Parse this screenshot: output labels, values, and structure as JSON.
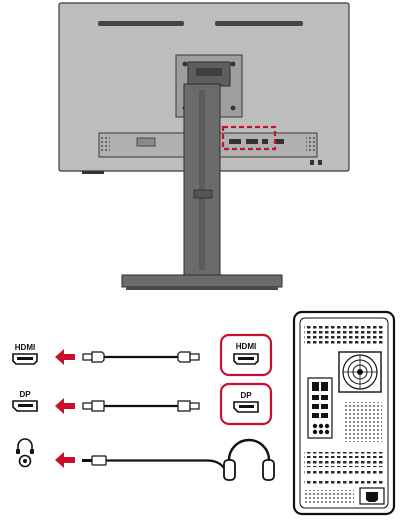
{
  "colors": {
    "monitor_body": "#bdbdbd",
    "outline": "#3a3a3a",
    "stand": "#6b6b6b",
    "highlight": "#c8102e",
    "arrow": "#c8102e",
    "port_box": "#c8102e"
  },
  "icons": [
    "hdmi-port-icon",
    "displayport-icon",
    "headphone-jack-icon",
    "headphones-icon",
    "pc-tower-icon",
    "left-arrow-icon"
  ],
  "ports": [
    {
      "key": "hdmi",
      "label": "HDMI",
      "pc_label": "HDMI"
    },
    {
      "key": "dp",
      "label": "DP",
      "pc_label": "DP"
    },
    {
      "key": "audio",
      "label": "",
      "pc_label": ""
    }
  ]
}
